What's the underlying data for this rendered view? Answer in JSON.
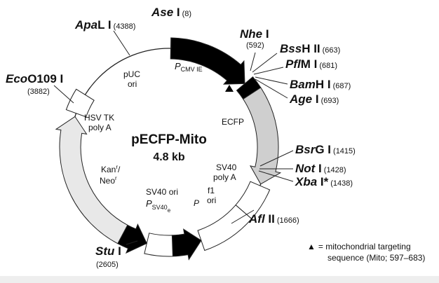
{
  "plasmid": {
    "name": "pECFP-Mito",
    "size": "4.8 kb"
  },
  "restriction_sites": [
    {
      "id": "ase",
      "italic": "Ase",
      "plain": " I",
      "pos": "(8)"
    },
    {
      "id": "nhe",
      "italic": "Nhe",
      "plain": " I",
      "pos": "(592)"
    },
    {
      "id": "bss",
      "italic": "Bss",
      "plain": "H II",
      "pos": "(663)"
    },
    {
      "id": "pfl",
      "italic": "Pfl",
      "plain": "M I",
      "pos": "(681)"
    },
    {
      "id": "bam",
      "italic": "Bam",
      "plain": "H I",
      "pos": "(687)"
    },
    {
      "id": "age",
      "italic": "Age",
      "plain": " I",
      "pos": "(693)"
    },
    {
      "id": "bsrg",
      "italic": "Bsr",
      "plain": "G I",
      "pos": "(1415)"
    },
    {
      "id": "not",
      "italic": "Not",
      "plain": " I",
      "pos": "(1428)"
    },
    {
      "id": "xba",
      "italic": "Xba",
      "plain": " I*",
      "pos": "(1438)"
    },
    {
      "id": "afl",
      "italic": "Afl",
      "plain": " II",
      "pos": "(1666)"
    },
    {
      "id": "stu",
      "italic": "Stu",
      "plain": " I",
      "pos": "(2605)"
    },
    {
      "id": "eco",
      "italic": "Eco",
      "plain": "O109 I",
      "pos": "(3882)"
    },
    {
      "id": "apa",
      "italic": "Apa",
      "plain": "L I",
      "pos": "(4388)"
    }
  ],
  "features": {
    "pcmv_p": "P",
    "pcmv_sub": "CMV IE",
    "ecfp": "ECFP",
    "puc_1": "pUC",
    "puc_2": "ori",
    "hsv_1": "HSV TK",
    "hsv_2": "poly A",
    "kan_1": "Kan",
    "kan_1_sup": "r",
    "kan_2": "Neo",
    "kan_2_sup": "r",
    "sv40pa_1": "SV40",
    "sv40pa_2": "poly A",
    "f1_1": "f1",
    "f1_2": "ori",
    "sv40ori": "SV40 ori",
    "psv40_p": "P",
    "psv40_sub": "SV40",
    "psv40_subsub": "e",
    "p_small": "P"
  },
  "legend": {
    "symbol": "▲",
    "line1": "= mitochondrial targeting",
    "line2": "sequence (Mito; 597–683)"
  },
  "colors": {
    "black_feature": "#000000",
    "gray_feature": "#cfcfcf",
    "light_feature": "#e8e8e8",
    "white_feature": "#ffffff",
    "stroke": "#222222"
  }
}
